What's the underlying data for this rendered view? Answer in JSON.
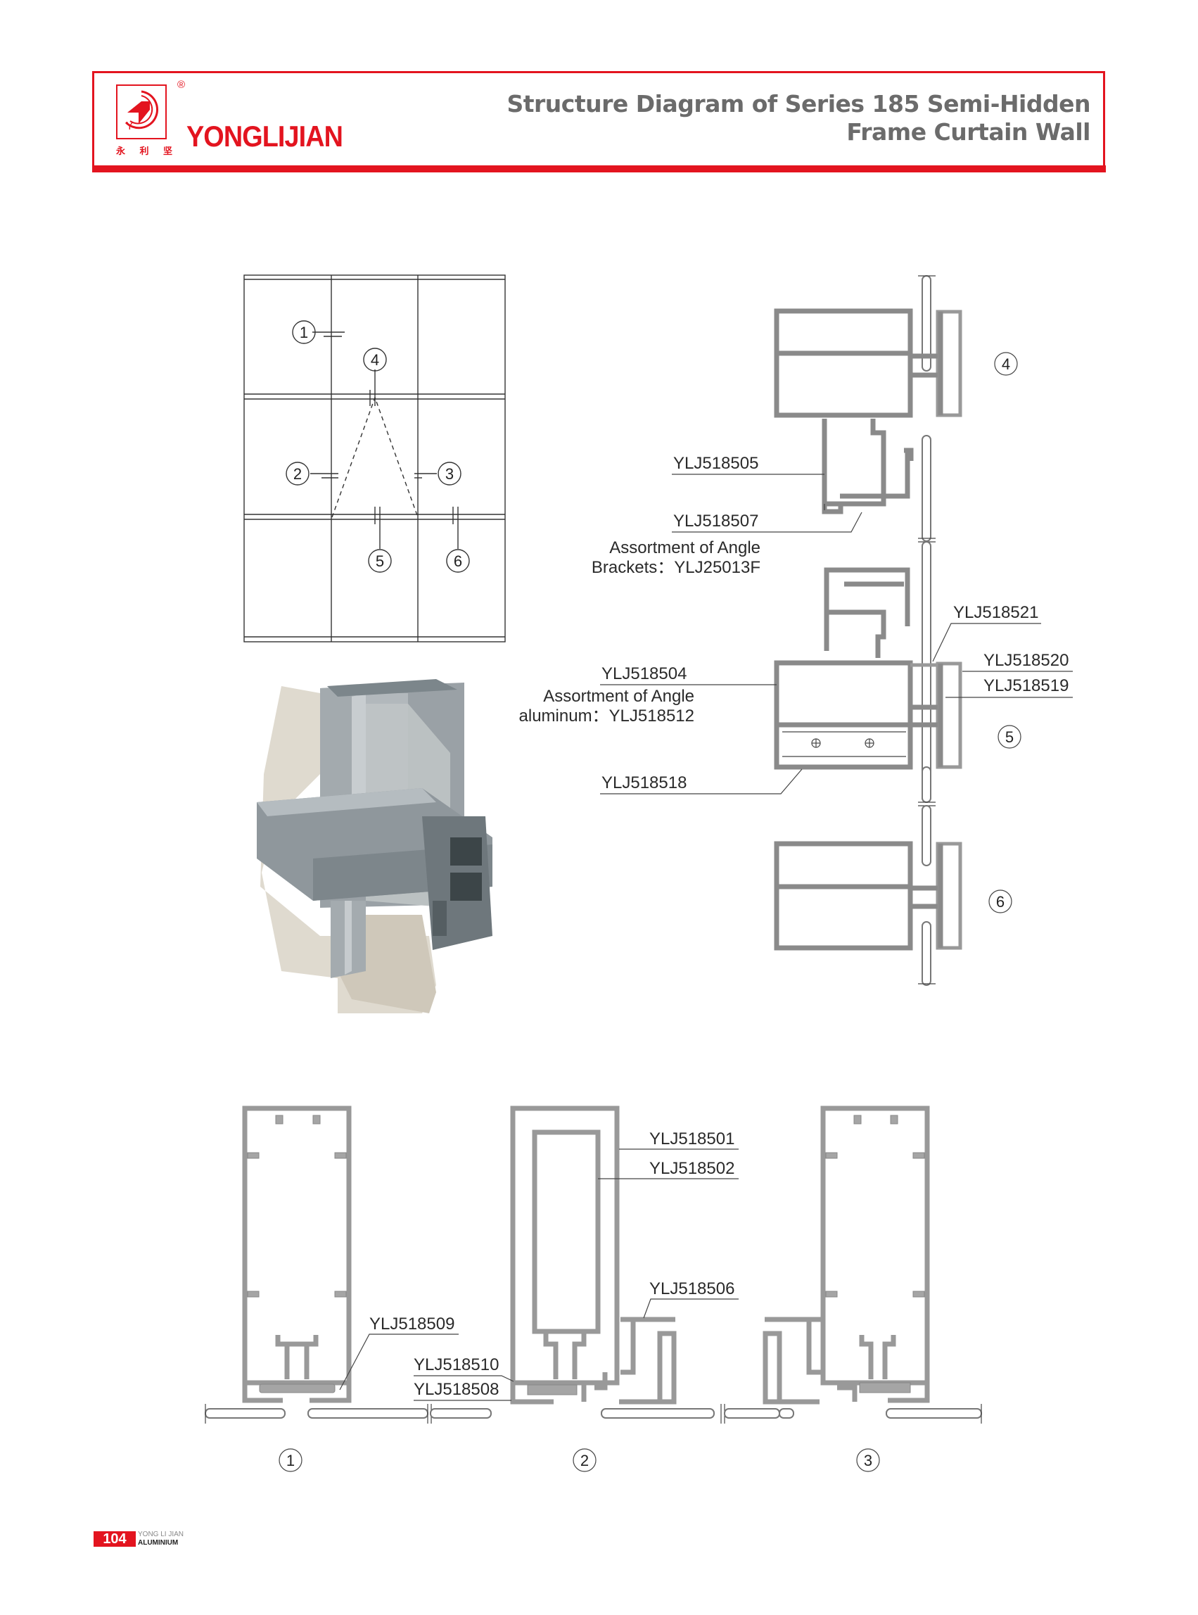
{
  "header": {
    "brand_name": "YONGLIJIAN",
    "registered_mark": "®",
    "brand_chinese": [
      "永",
      "利",
      "坚"
    ],
    "title_line1": "Structure Diagram of Series 185 Semi-Hidden",
    "title_line2": "Frame Curtain Wall",
    "accent_color": "#e3141f",
    "title_color": "#6b6b6b"
  },
  "elevation_grid": {
    "callouts": [
      "1",
      "2",
      "3",
      "4",
      "5",
      "6"
    ]
  },
  "section_details_right": {
    "detail_4": {
      "callout": "4"
    },
    "labels_upper": [
      {
        "id": "ylj518505",
        "text": "YLJ518505"
      },
      {
        "id": "ylj518507",
        "text": "YLJ518507"
      },
      {
        "id": "angle-brackets-line1",
        "text": "Assortment of Angle"
      },
      {
        "id": "angle-brackets-line2",
        "text": "Brackets：YLJ25013F"
      }
    ],
    "detail_5": {
      "callout": "5",
      "labels": [
        {
          "id": "ylj518521",
          "text": "YLJ518521"
        },
        {
          "id": "ylj518520",
          "text": "YLJ518520"
        },
        {
          "id": "ylj518519",
          "text": "YLJ518519"
        },
        {
          "id": "ylj518504",
          "text": "YLJ518504"
        },
        {
          "id": "angle-aluminum-line1",
          "text": "Assortment of Angle"
        },
        {
          "id": "angle-aluminum-line2",
          "text": "aluminum：YLJ518512"
        },
        {
          "id": "ylj518518",
          "text": "YLJ518518"
        }
      ]
    },
    "detail_6": {
      "callout": "6"
    }
  },
  "section_details_bottom": {
    "detail_1": {
      "callout": "1",
      "labels": [
        {
          "id": "ylj518509",
          "text": "YLJ518509"
        }
      ]
    },
    "detail_2": {
      "callout": "2",
      "labels": [
        {
          "id": "ylj518501",
          "text": "YLJ518501"
        },
        {
          "id": "ylj518502",
          "text": "YLJ518502"
        },
        {
          "id": "ylj518506",
          "text": "YLJ518506"
        },
        {
          "id": "ylj518510",
          "text": "YLJ518510"
        },
        {
          "id": "ylj518508",
          "text": "YLJ518508"
        }
      ]
    },
    "detail_3": {
      "callout": "3"
    }
  },
  "footer": {
    "page_number": "104",
    "brand_line1": "YONG LI JIAN",
    "brand_line2": "ALUMINIUM"
  },
  "colors": {
    "profile_fill": "#a9a9a9",
    "profile_stroke": "#707070",
    "glass_3d": "#d9d3c7",
    "aluminum_3d": "#8f979c"
  }
}
